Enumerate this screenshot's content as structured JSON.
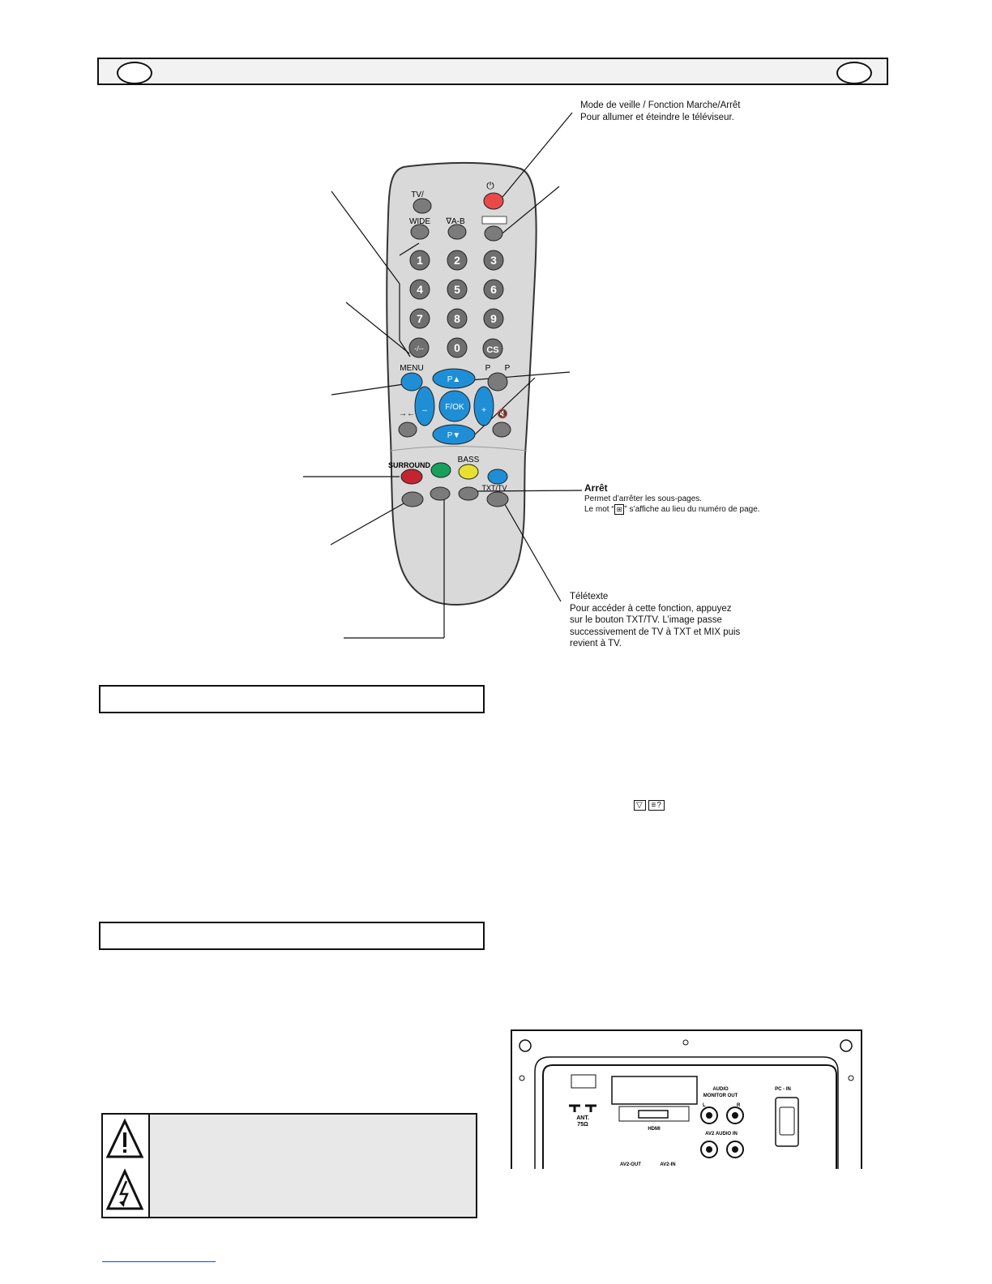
{
  "callouts": {
    "standby": {
      "title": "Mode de veille / Fonction Marche/Arrêt",
      "body": "Pour allumer et éteindre le téléviseur."
    },
    "stop": {
      "title": "Arrêt",
      "line1": "Permet d’arrêter les sous-pages.",
      "line2_before": "Le mot “",
      "line2_after": "” s’affiche au lieu du numéro de page."
    },
    "teletext": {
      "title": "Télétexte",
      "lines": [
        "Pour accéder à cette fonction, appuyez",
        "sur le bouton TXT/TV. L’image passe",
        "successivement de TV à TXT et MIX puis",
        "revient à TV."
      ]
    }
  },
  "remote": {
    "labels": {
      "power": "⏻",
      "tv_av": "TV/",
      "wide": "WIDE",
      "ab": "∇A-B",
      "menu": "MENU",
      "pp": "P",
      "pp2": "P",
      "p_up": "P▲",
      "p_down": "P▼",
      "fok": "F/OK",
      "vol_minus": "–",
      "vol_plus": "+",
      "surround": "SURROUND",
      "bass": "BASS",
      "txt_tv": "TXT/TV",
      "dash": "-/--",
      "cs": "CS",
      "mute": "🔇"
    },
    "digits": [
      "1",
      "2",
      "3",
      "4",
      "5",
      "6",
      "7",
      "8",
      "9",
      "0"
    ],
    "colors": {
      "body": "#d9d9d9",
      "button": "#7b7b7b",
      "digit": "#6f6f6f",
      "power": "#e84a4a",
      "blue": "#1e8fd6",
      "red": "#c4242f",
      "green": "#17a05d",
      "yellow": "#e8e031",
      "cyan": "#1e8fd6"
    }
  },
  "panel": {
    "labels": {
      "audio_monitor": "AUDIO",
      "audio_monitor2": "MONITOR OUT",
      "pc_in": "PC - IN",
      "ant": "ANT.",
      "ant_ohm": "75Ω",
      "hdmi": "HDMI",
      "av2_audio_in": "AV2 AUDIO   IN",
      "l": "L",
      "r": "R",
      "av2_out": "AV2-OUT",
      "av2_in": "AV2-IN"
    }
  }
}
